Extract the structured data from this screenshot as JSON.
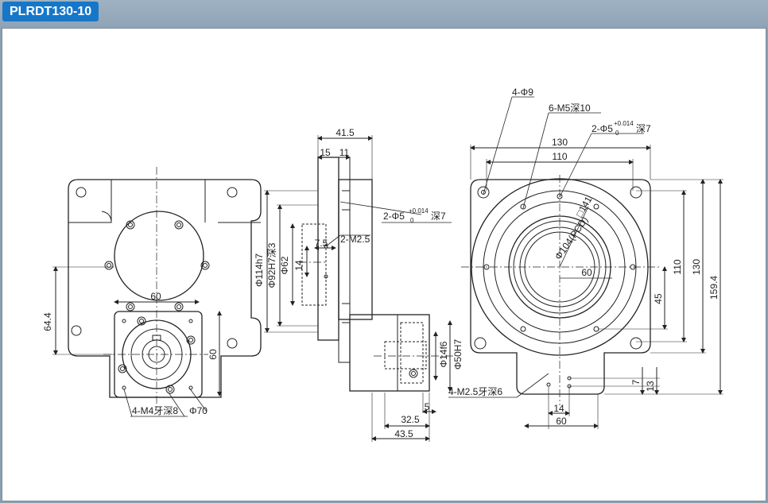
{
  "header": {
    "model": "PLRDT130-10"
  },
  "left_view": {
    "dim_height": "64.4",
    "dim_width": "60",
    "dim_side": "60",
    "bolt_label": "4-M4牙深8",
    "phi_label": "Φ70"
  },
  "side_view": {
    "dim_top": "41.5",
    "dim_15": "15",
    "dim_11": "11",
    "dowel_label": "2-Φ5",
    "dowel_tol": "+0.014",
    "dowel_tol_low": "0",
    "dowel_depth": "深7",
    "tap_label": "2-M2.5",
    "dim_7_5": "7.5",
    "dim_14": "14",
    "phi114": "Φ114h7",
    "phi92": "Φ92H7深3",
    "phi62": "Φ62",
    "phi14": "Φ14f6",
    "phi50": "Φ50H7",
    "dim_5": "5",
    "dim_32_5": "32.5",
    "dim_43_5": "43.5"
  },
  "front_view": {
    "hole_label": "4-Φ9",
    "m5_label": "6-M5深10",
    "dowel_label": "2-Φ5",
    "dowel_tol": "+0.014",
    "dowel_tol_low": "0",
    "dowel_depth": "深7",
    "dim_130_top": "130",
    "dim_110_top": "110",
    "dim_141": "□141",
    "pcd": "Φ104(PCD)",
    "dim_60_mid": "60",
    "dim_110_right": "110",
    "dim_130_right": "130",
    "dim_159_4": "159.4",
    "dim_45": "45",
    "dim_7": "7",
    "dim_13": "13",
    "tap_label": "4-M2.5牙深6",
    "dim_14": "14",
    "dim_60_bottom": "60"
  }
}
